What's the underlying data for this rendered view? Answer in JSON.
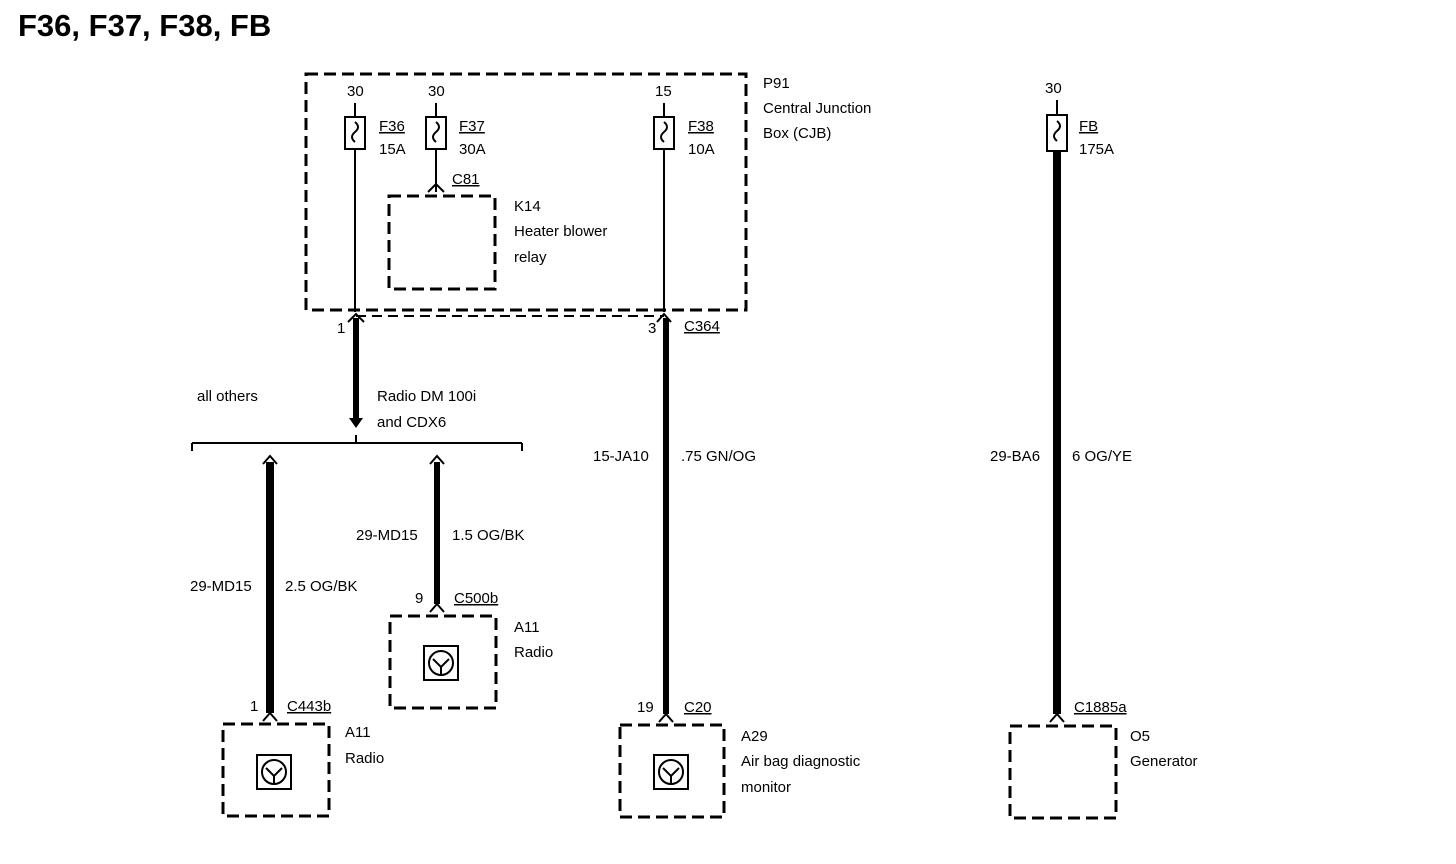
{
  "title": "F36, F37, F38, FB",
  "cjb": {
    "ref": "P91",
    "line1": "Central Junction",
    "line2": "Box (CJB)"
  },
  "fuses": [
    {
      "supply": "30",
      "name": "F36",
      "rating": "15A"
    },
    {
      "supply": "30",
      "name": "F37",
      "rating": "30A"
    },
    {
      "supply": "15",
      "name": "F38",
      "rating": "10A"
    },
    {
      "supply": "30",
      "name": "FB",
      "rating": "175A"
    }
  ],
  "relay": {
    "connector": "C81",
    "ref": "K14",
    "line1": "Heater blower",
    "line2": "relay"
  },
  "cjb_outputs": {
    "pin_left": "1",
    "pin_right": "3",
    "connector": "C364"
  },
  "branch": {
    "left_label": "all others",
    "right_line1": "Radio DM 100i",
    "right_line2": "and CDX6"
  },
  "wires": {
    "radio_left": {
      "circuit": "29-MD15",
      "spec": "2.5 OG/BK"
    },
    "radio_right": {
      "circuit": "29-MD15",
      "spec": "1.5 OG/BK"
    },
    "airbag": {
      "circuit": "15-JA10",
      "spec": ".75 GN/OG"
    },
    "generator": {
      "circuit": "29-BA6",
      "spec": "6 OG/YE"
    }
  },
  "components": {
    "radio_bottom": {
      "pin": "1",
      "connector": "C443b",
      "ref": "A11",
      "name": "Radio"
    },
    "radio_mid": {
      "pin": "9",
      "connector": "C500b",
      "ref": "A11",
      "name": "Radio"
    },
    "airbag": {
      "pin": "19",
      "connector": "C20",
      "ref": "A29",
      "line1": "Air bag diagnostic",
      "line2": "monitor"
    },
    "generator": {
      "connector": "C1885a",
      "ref": "O5",
      "name": "Generator"
    }
  }
}
